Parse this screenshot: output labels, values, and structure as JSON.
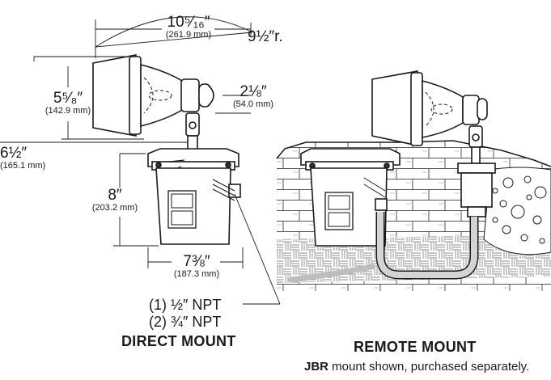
{
  "dimensions": {
    "width_overall": {
      "value": "10⁵⁄₁₆″",
      "mm": "(261.9 mm)"
    },
    "radius": {
      "value": "9½″r."
    },
    "height_head": {
      "value": "5⁵⁄₈″",
      "mm": "(142.9 mm)"
    },
    "depth_back": {
      "value": "2⅛″",
      "mm": "(54.0 mm)"
    },
    "height_stem": {
      "value": "6½″",
      "mm": "(165.1 mm)"
    },
    "height_box": {
      "value": "8″",
      "mm": "(203.2 mm)"
    },
    "width_box": {
      "value": "7⅜″",
      "mm": "(187.3 mm)"
    }
  },
  "npt": {
    "line1": "(1) ½″ NPT",
    "line2": "(2) ¾″ NPT"
  },
  "captions": {
    "direct": "DIRECT MOUNT",
    "remote": "REMOTE MOUNT"
  },
  "note": {
    "bold": "JBR",
    "rest": " mount shown, purchased separately."
  }
}
